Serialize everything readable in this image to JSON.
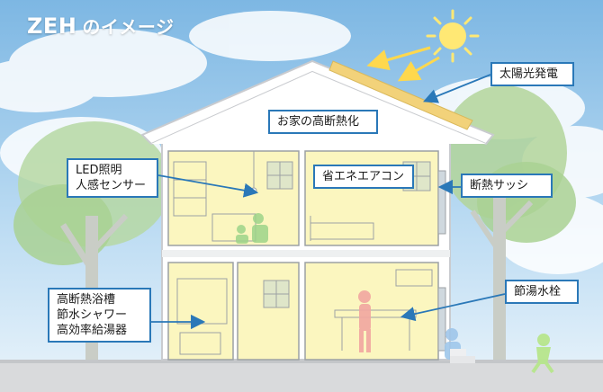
{
  "title": {
    "main": "ZEH",
    "sub": "のイメージ"
  },
  "labels": {
    "solar": "太陽光発電",
    "insulation": "お家の高断熱化",
    "led": "LED照明\n人感センサー",
    "aircon": "省エネエアコン",
    "sash": "断熱サッシ",
    "bath": "高断熱浴槽\n節水シャワー\n高効率給湯器",
    "faucet": "節湯水栓"
  },
  "colors": {
    "accent": "#2a78b8",
    "room_fill": "#fbf6bf",
    "sky": "#8fc3e8"
  }
}
